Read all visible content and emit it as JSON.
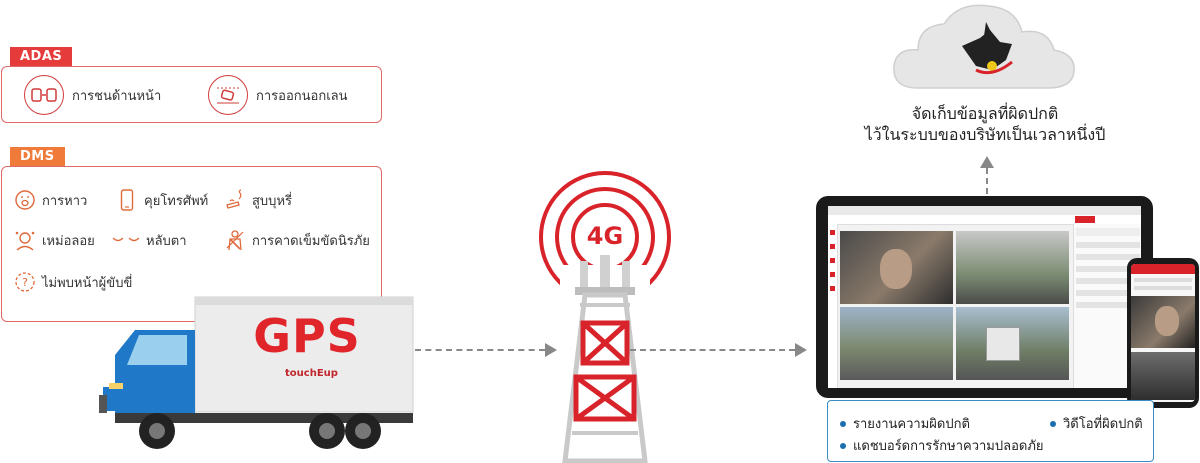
{
  "adas": {
    "tag": "ADAS",
    "items": [
      {
        "label": "การชนด้านหน้า",
        "icon": "front-collision-icon"
      },
      {
        "label": "การออกนอกเลน",
        "icon": "lane-departure-icon"
      }
    ]
  },
  "dms": {
    "tag": "DMS",
    "items": [
      {
        "label": "การหาว",
        "icon": "yawning-icon"
      },
      {
        "label": "คุยโทรศัพท์",
        "icon": "phone-icon"
      },
      {
        "label": "สูบบุหรี่",
        "icon": "smoking-icon"
      },
      {
        "label": "เหม่อลอย",
        "icon": "distraction-icon"
      },
      {
        "label": "หลับตา",
        "icon": "eyes-closed-icon"
      },
      {
        "label": "การคาดเข็มขัดนิรภัย",
        "icon": "seatbelt-icon"
      },
      {
        "label": "ไม่พบหน้าผู้ขับขี่",
        "icon": "driver-not-found-icon"
      }
    ]
  },
  "truck": {
    "box_text": "GPS",
    "brand": "touchEup"
  },
  "tower": {
    "label": "4G"
  },
  "cloud": {
    "caption_line1": "จัดเก็บข้อมูลที่ผิดปกติ",
    "caption_line2": "ไว้ในระบบของบริษัทเป็นเวลาหนึ่งปี"
  },
  "legend": {
    "items": [
      "รายงานความผิดปกติ",
      "วิดีโอที่ผิดปกติ",
      "แดชบอร์ดการรักษาความปลอดภัย"
    ]
  },
  "colors": {
    "accent_red": "#e63b3b",
    "accent_orange": "#f07a3a",
    "truck_blue": "#1f79c8",
    "legend_border": "#3a8cc4"
  }
}
